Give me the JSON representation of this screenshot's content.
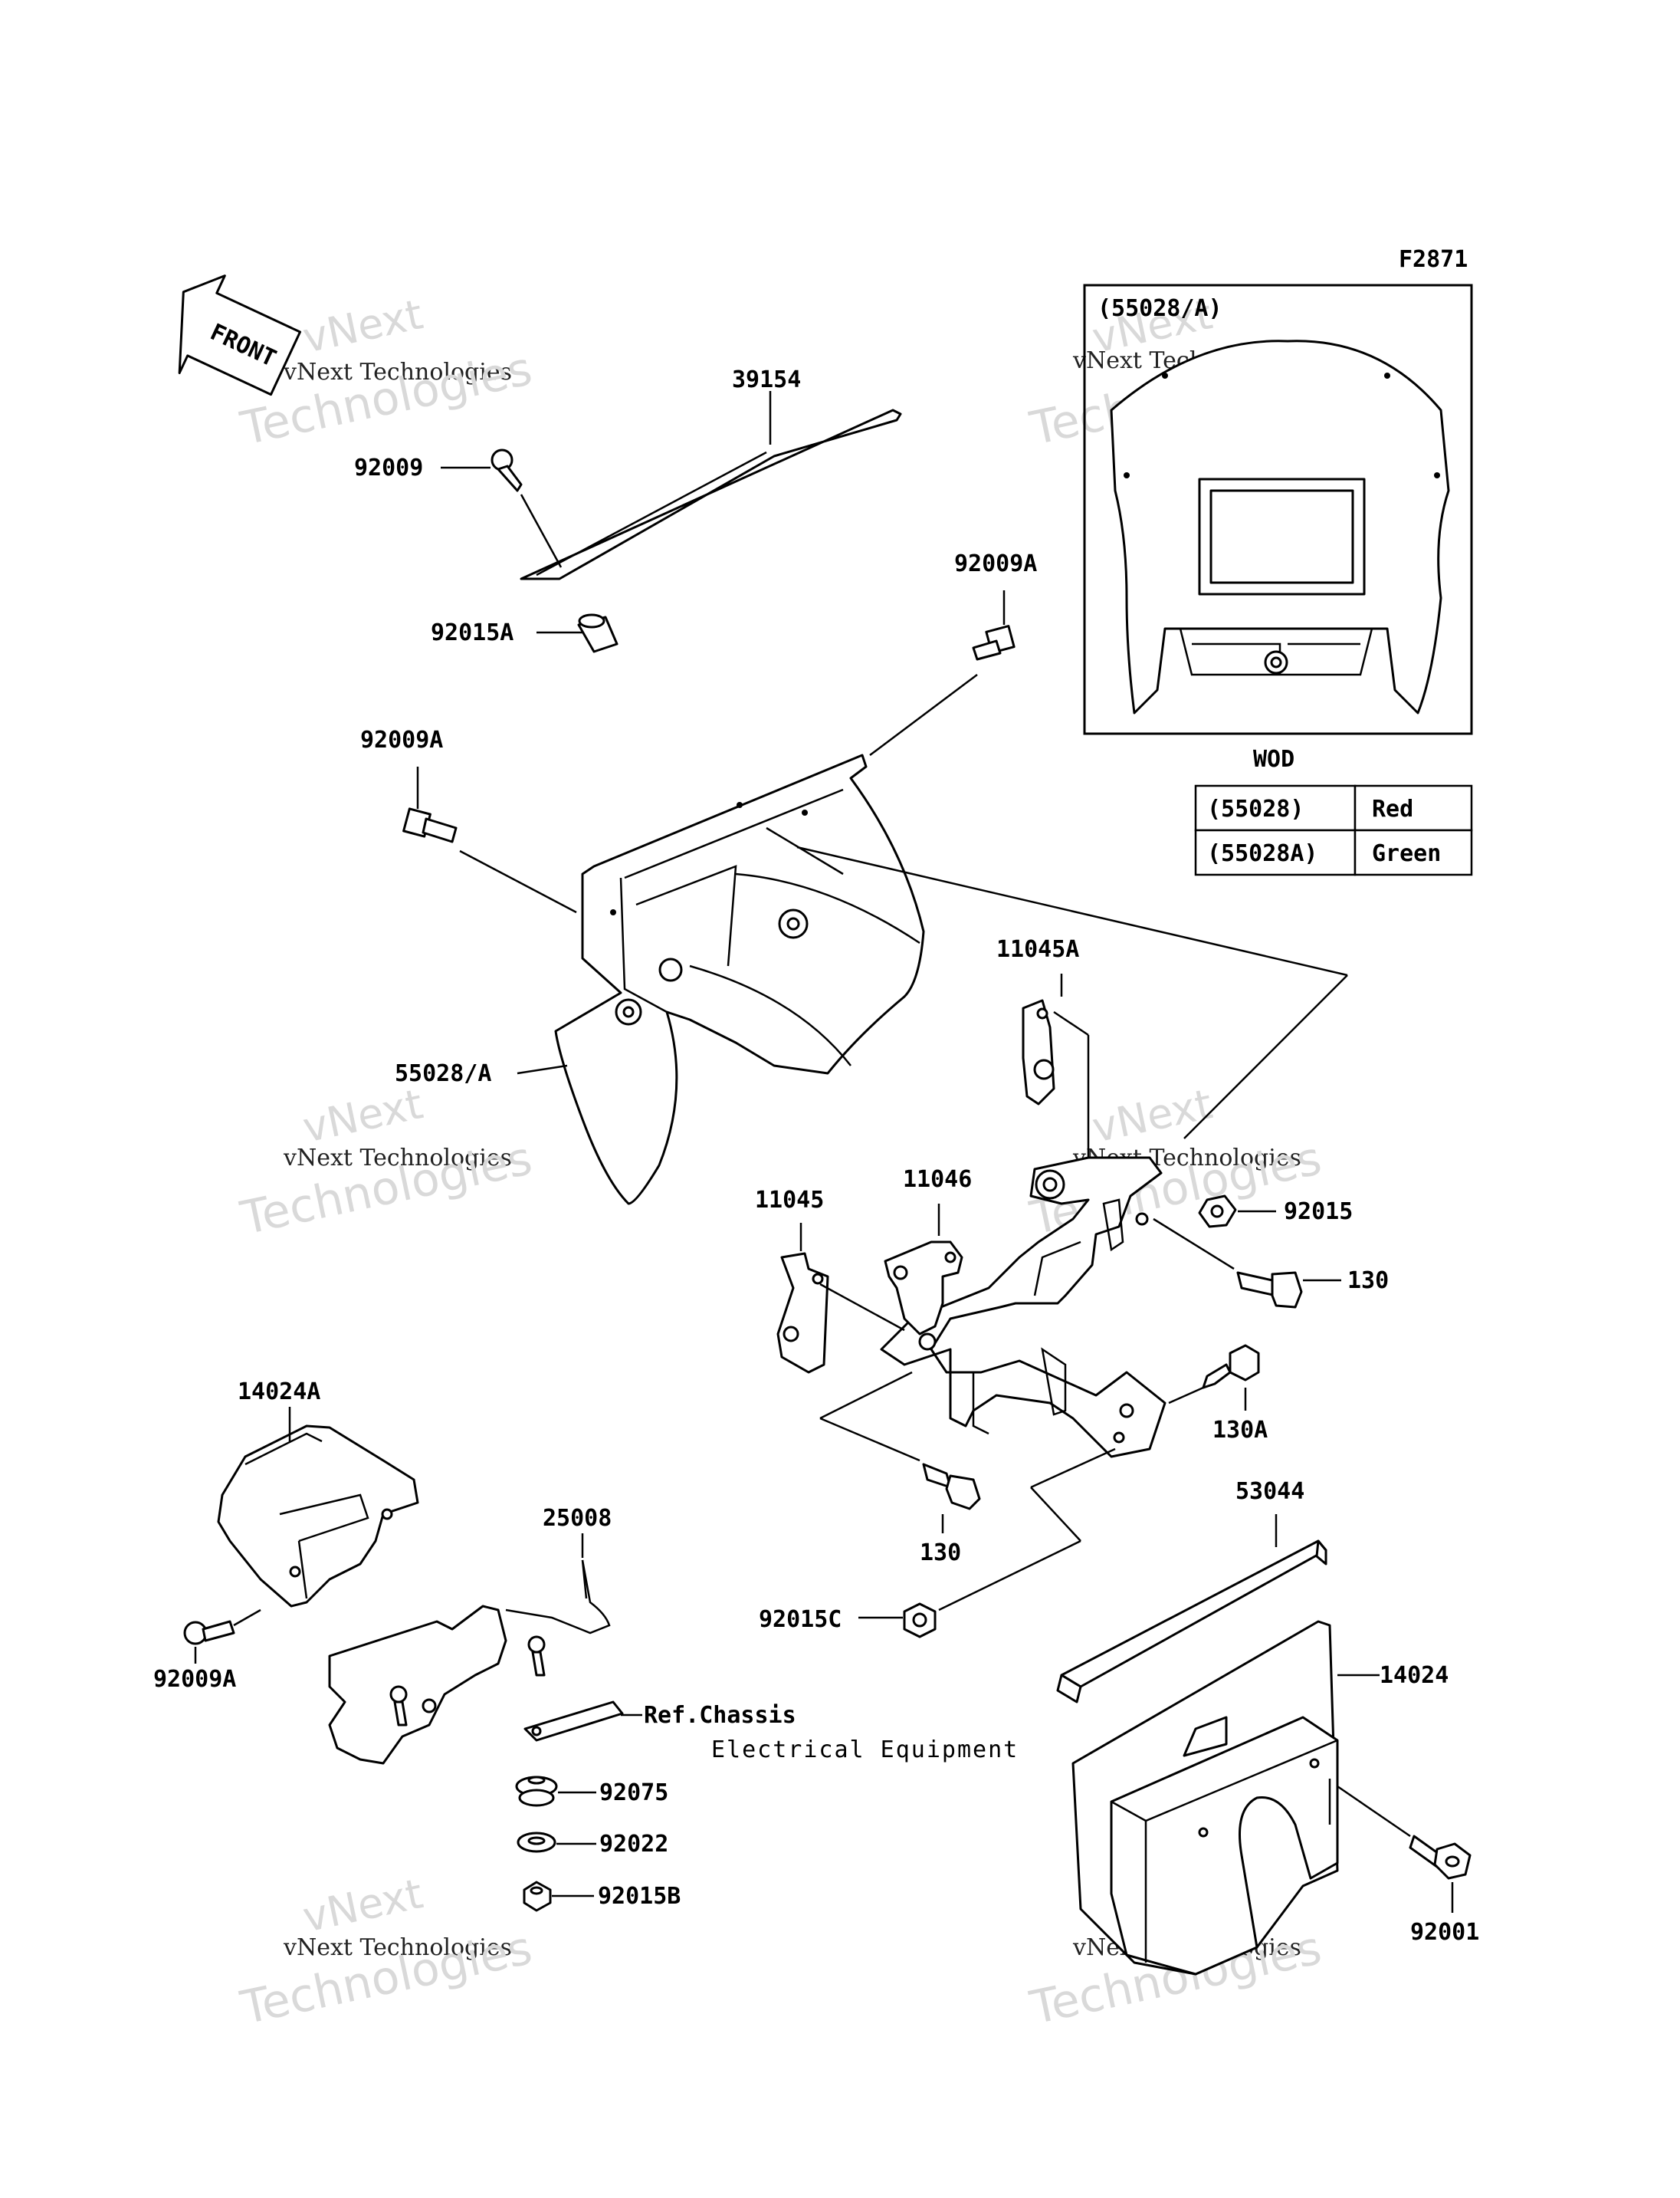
{
  "figure_code": "F2871",
  "front_badge": "FRONT",
  "inset": {
    "title": "(55028/A)",
    "caption": "WOD"
  },
  "color_table": [
    {
      "code": "(55028)",
      "color": "Red"
    },
    {
      "code": "(55028A)",
      "color": "Green"
    }
  ],
  "labels": {
    "p39154": "39154",
    "p92009": "92009",
    "p92015A": "92015A",
    "p92009A_top": "92009A",
    "p92009A_left": "92009A",
    "p55028A": "55028/A",
    "p11045A": "11045A",
    "p11046": "11046",
    "p11045": "11045",
    "p92015": "92015",
    "p130_right": "130",
    "p130A": "130A",
    "p130_bottom": "130",
    "p14024A": "14024A",
    "p25008": "25008",
    "p53044": "53044",
    "p14024": "14024",
    "p92009A_bottom": "92009A",
    "p92015C": "92015C",
    "ref_line1": "Ref.Chassis",
    "ref_line2": "Electrical Equipment",
    "p92075": "92075",
    "p92022": "92022",
    "p92015B": "92015B",
    "p92001": "92001"
  },
  "watermark": {
    "brand": "vNext",
    "line": "vNext Technologies",
    "big": "Technologies"
  }
}
